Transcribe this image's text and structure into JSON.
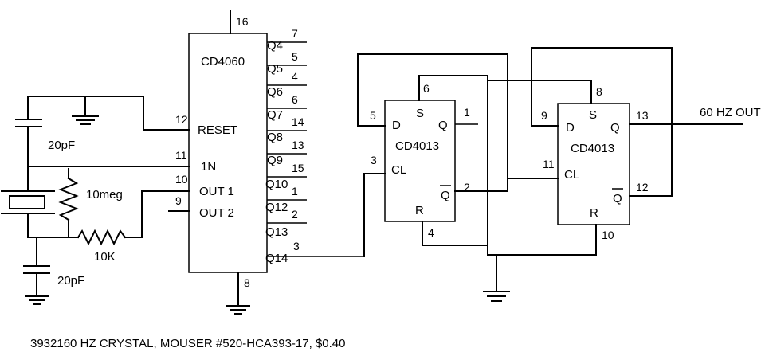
{
  "u1": {
    "name": "CD4060",
    "vdd_pin": "16",
    "gnd_pin": "8",
    "left_pins": [
      {
        "num": "12",
        "label": "RESET"
      },
      {
        "num": "11",
        "label": "1N"
      },
      {
        "num": "10",
        "label": "OUT 1"
      },
      {
        "num": "9",
        "label": "OUT 2"
      }
    ],
    "right_pins": [
      {
        "label": "Q4",
        "num": "7"
      },
      {
        "label": "Q5",
        "num": "5"
      },
      {
        "label": "Q6",
        "num": "4"
      },
      {
        "label": "Q7",
        "num": "6"
      },
      {
        "label": "Q8",
        "num": "14"
      },
      {
        "label": "Q9",
        "num": "13"
      },
      {
        "label": "Q10",
        "num": "15"
      },
      {
        "label": "Q12",
        "num": "1"
      },
      {
        "label": "Q13",
        "num": "2"
      },
      {
        "label": "Q14",
        "num": "3"
      }
    ]
  },
  "ff1": {
    "name": "CD4013",
    "d": "D",
    "s": "S",
    "q": "Q",
    "cl": "CL",
    "r": "R",
    "qbar": "Q",
    "pin_d": "5",
    "pin_s": "6",
    "pin_q": "1",
    "pin_cl": "3",
    "pin_qbar": "2",
    "pin_r": "4"
  },
  "ff2": {
    "name": "CD4013",
    "d": "D",
    "s": "S",
    "q": "Q",
    "cl": "CL",
    "r": "R",
    "qbar": "Q",
    "pin_d": "9",
    "pin_s": "8",
    "pin_q": "13",
    "pin_cl": "11",
    "pin_qbar": "12",
    "pin_r": "10"
  },
  "components": {
    "cap_top": "20pF",
    "cap_bottom": "20pF",
    "res_feedback": "10meg",
    "res_series": "10K"
  },
  "output_label": "60 HZ OUT",
  "caption": "3932160 HZ CRYSTAL,  MOUSER #520-HCA393-17, $0.40"
}
